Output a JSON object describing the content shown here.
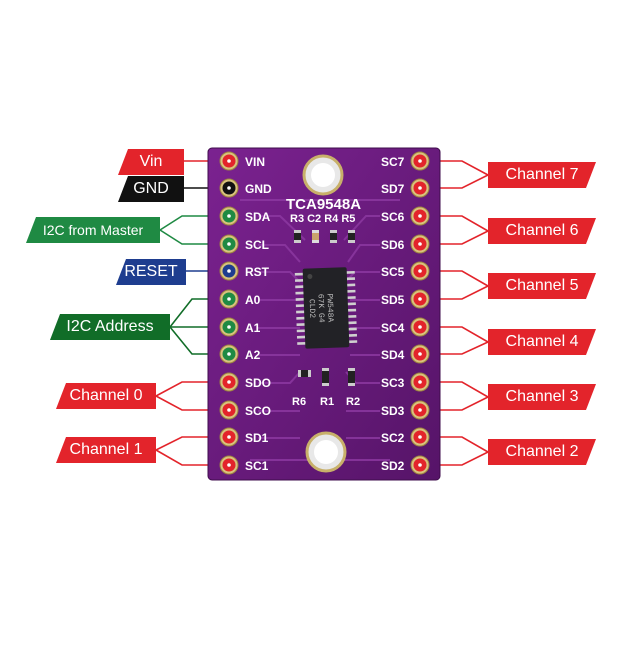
{
  "board": {
    "title": "TCA9548A",
    "chip_marking": [
      "PW548A",
      "67K G4",
      "CLD2"
    ],
    "component_labels": {
      "top": "R3 C2 R4 R5",
      "r6": "R6",
      "r1": "R1",
      "r2": "R2"
    },
    "left_pins": [
      "VIN",
      "GND",
      "SDA",
      "SCL",
      "RST",
      "A0",
      "A1",
      "A2",
      "SDO",
      "SCO",
      "SD1",
      "SC1"
    ],
    "right_pins": [
      "SC7",
      "SD7",
      "SC6",
      "SD6",
      "SC5",
      "SD5",
      "SC4",
      "SD4",
      "SC3",
      "SD3",
      "SC2",
      "SD2"
    ]
  },
  "left_labels": {
    "vin": "Vin",
    "gnd": "GND",
    "i2c_master": "I2C from Master",
    "reset": "RESET",
    "i2c_address": "I2C Address",
    "ch0": "Channel 0",
    "ch1": "Channel 1"
  },
  "right_labels": [
    "Channel 7",
    "Channel 6",
    "Channel 5",
    "Channel 4",
    "Channel 3",
    "Channel 2"
  ],
  "colors": {
    "board": "#6a1a7a",
    "pad_red": "#e3242b",
    "pad_green": "#1f8a43",
    "pad_blue": "#1e3d8f",
    "pad_black": "#111111"
  }
}
